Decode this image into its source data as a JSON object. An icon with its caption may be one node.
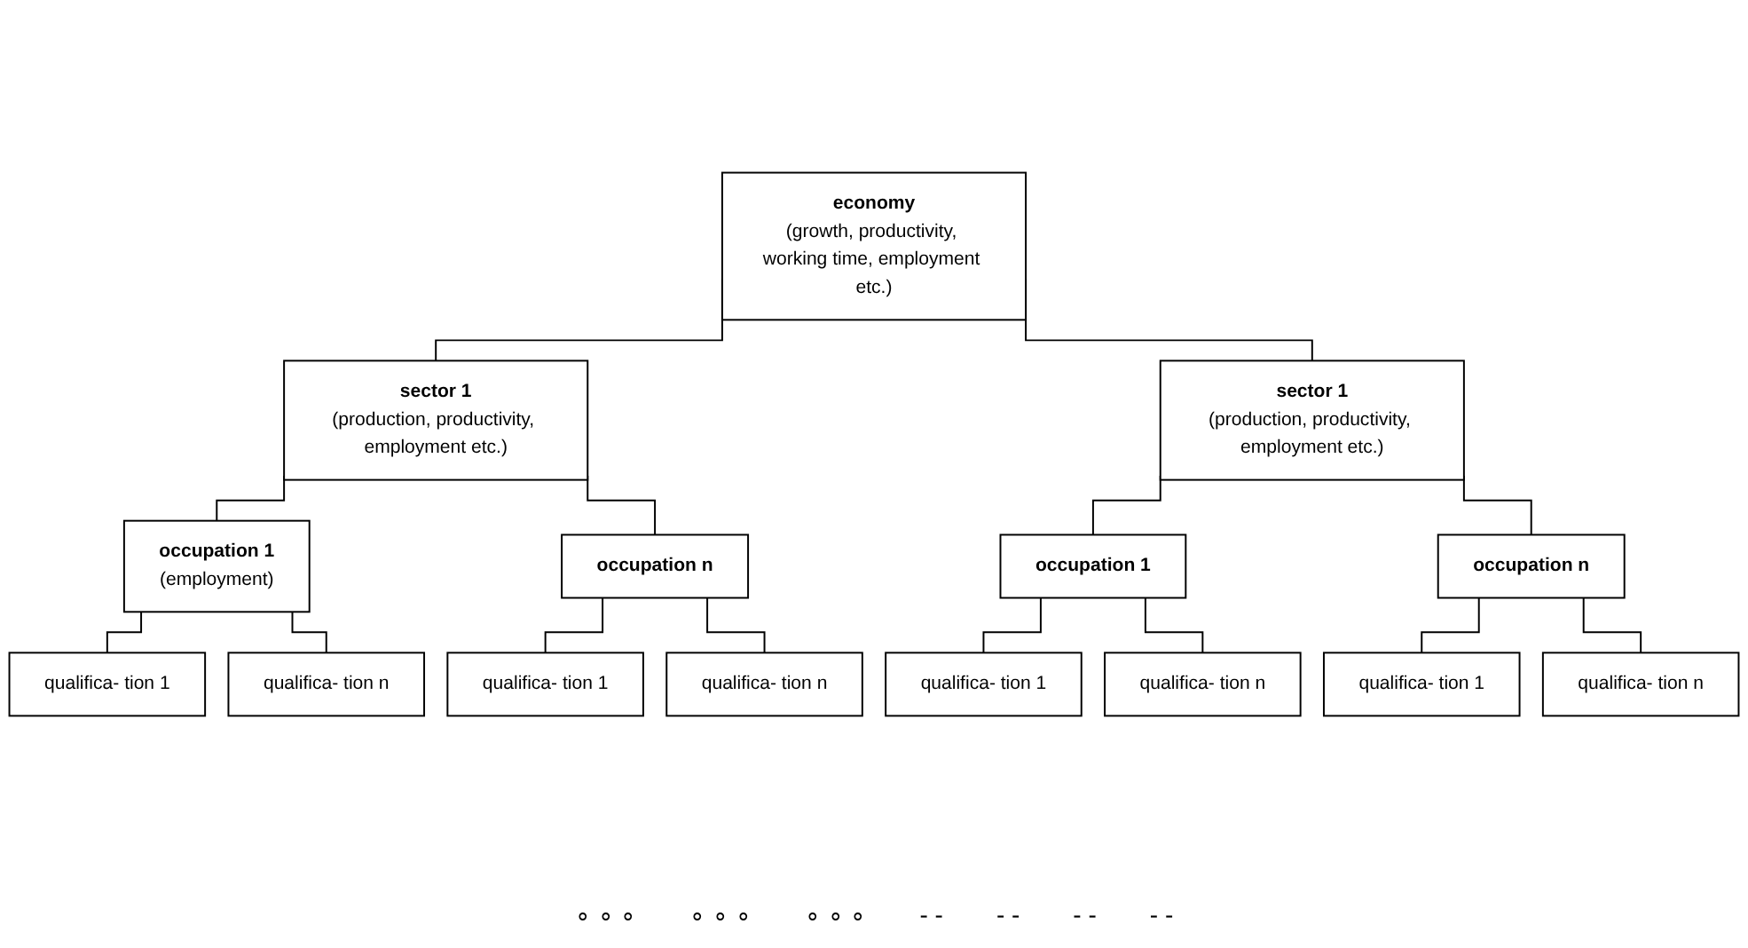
{
  "diagram": {
    "nodes": [
      {
        "text": [
          "economy",
          "(growth, productivity, working time, employment etc.)"
        ]
      },
      {
        "text": [
          "sector 1",
          "(production, productivity, employment etc.)"
        ]
      },
      {
        "text": [
          "sector 1",
          "(production, productivity, employment etc.)"
        ]
      },
      {
        "text": [
          "occupation 1",
          "(employment)"
        ]
      },
      {
        "text": [
          "occupation n"
        ]
      },
      {
        "text": [
          "occupation 1"
        ]
      },
      {
        "text": [
          "occupation n"
        ]
      },
      {
        "text": [
          "qualifica- tion 1"
        ]
      },
      {
        "text": [
          "qualifica- tion n"
        ]
      },
      {
        "text": [
          "qualifica- tion 1"
        ]
      },
      {
        "text": [
          "qualifica- tion n"
        ]
      },
      {
        "text": [
          "qualifica- tion 1"
        ]
      },
      {
        "text": [
          "qualifica- tion n"
        ]
      },
      {
        "text": [
          "qualifica- tion 1"
        ]
      },
      {
        "text": [
          "qualifica- tion n"
        ]
      }
    ],
    "edges": [
      {
        "from": 0,
        "to": 1,
        "arrow": "none"
      },
      {
        "from": 0,
        "to": 2,
        "arrow": "none"
      },
      {
        "from": 1,
        "to": 3,
        "arrow": "none"
      },
      {
        "from": 1,
        "to": 4,
        "arrow": "none"
      },
      {
        "from": 2,
        "to": 5,
        "arrow": "none"
      },
      {
        "from": 2,
        "to": 6,
        "arrow": "none"
      },
      {
        "from": 3,
        "to": 7,
        "arrow": "none"
      },
      {
        "from": 3,
        "to": 8,
        "arrow": "none"
      },
      {
        "from": 4,
        "to": 9,
        "arrow": "none"
      },
      {
        "from": 4,
        "to": 10,
        "arrow": "none"
      },
      {
        "from": 5,
        "to": 11,
        "arrow": "none"
      },
      {
        "from": 5,
        "to": 12,
        "arrow": "none"
      },
      {
        "from": 6,
        "to": 13,
        "arrow": "none"
      },
      {
        "from": 6,
        "to": 14,
        "arrow": "none"
      }
    ],
    "labels": [
      "∘ ∘ ∘",
      "∘ ∘ ∘",
      "∘ ∘ ∘",
      "- -",
      "- -",
      "- -",
      "- -"
    ]
  }
}
